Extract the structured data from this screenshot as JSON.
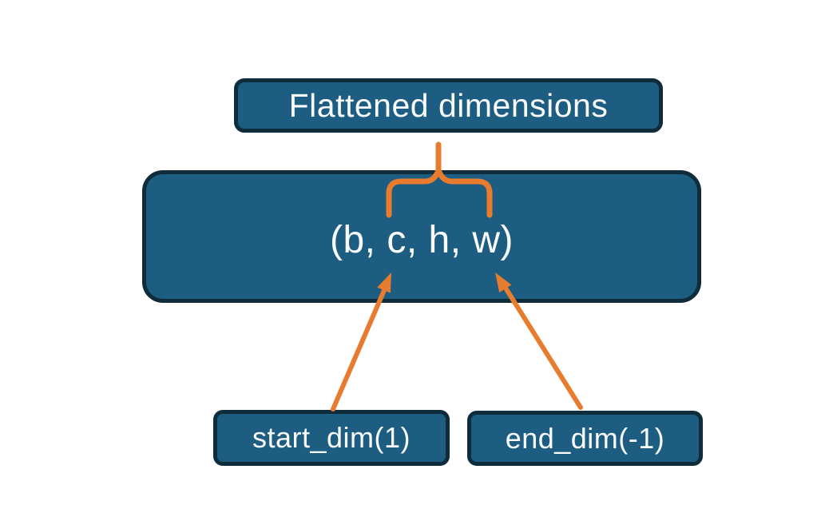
{
  "colors": {
    "background": "#ffffff",
    "node-fill": "#1d5d82",
    "node-border": "#0f2c3a",
    "connector": "#e87c2e",
    "label": "#fafbfc"
  },
  "nodes": {
    "flattened": {
      "label": "Flattened dimensions"
    },
    "tensor": {
      "label": "(b, c, h, w)"
    },
    "start_dim": {
      "label": "start_dim(1)"
    },
    "end_dim": {
      "label": "end_dim(-1)"
    }
  }
}
